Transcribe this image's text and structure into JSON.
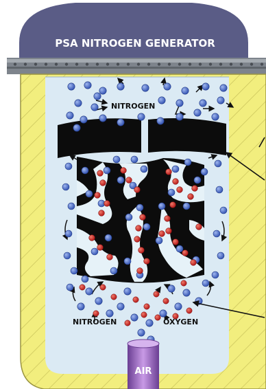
{
  "title": "PSA NITROGEN GENERATOR",
  "labels": {
    "nitrogen_top": "NITROGEN",
    "nitrogen_bottom": "NITROGEN",
    "oxygen": "OXYGEN",
    "air": "AIR"
  },
  "colors": {
    "header": "#5a5c86",
    "outer_shell": "#f2ee7e",
    "inner_chamber": "#dbeaf4",
    "nitrogen_molecule": "#4a6cc8",
    "oxygen_molecule": "#d02828",
    "sieve": "#0c0c0c",
    "air_inlet": "#8a5ab0"
  }
}
